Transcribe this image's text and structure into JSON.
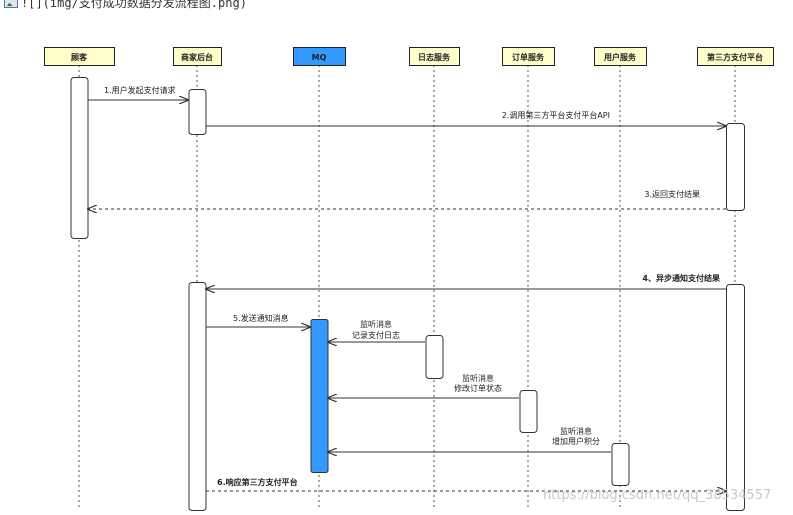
{
  "markdown_line": "![](img/支付成功数据分发流程图.png)",
  "actors": [
    {
      "id": "customer",
      "label": "顾客"
    },
    {
      "id": "merchant",
      "label": "商家后台"
    },
    {
      "id": "mq",
      "label": "MQ"
    },
    {
      "id": "log",
      "label": "日志服务"
    },
    {
      "id": "order",
      "label": "订单服务"
    },
    {
      "id": "user",
      "label": "用户服务"
    },
    {
      "id": "thirdparty",
      "label": "第三方支付平台"
    }
  ],
  "messages": [
    {
      "from": "customer",
      "to": "merchant",
      "label": "1.用户发起支付请求",
      "style": "solid"
    },
    {
      "from": "merchant",
      "to": "thirdparty",
      "label": "2.调用第三方平台支付平台API",
      "style": "solid"
    },
    {
      "from": "thirdparty",
      "to": "customer",
      "label": "3.返回支付结果",
      "style": "dashed"
    },
    {
      "from": "thirdparty",
      "to": "merchant",
      "label": "4、异步通知支付结果",
      "style": "solid"
    },
    {
      "from": "merchant",
      "to": "mq",
      "label": "5.发送通知消息",
      "style": "solid"
    },
    {
      "from": "log",
      "to": "mq",
      "label": [
        "监听消息",
        "记录支付日志"
      ],
      "style": "solid"
    },
    {
      "from": "order",
      "to": "mq",
      "label": [
        "监听消息",
        "修改订单状态"
      ],
      "style": "solid"
    },
    {
      "from": "user",
      "to": "mq",
      "label": [
        "监听消息",
        "增加用户积分"
      ],
      "style": "solid"
    },
    {
      "from": "merchant",
      "to": "thirdparty",
      "label": "6.响应第三方支付平台",
      "style": "dashed"
    }
  ],
  "colors": {
    "actor_fill": "#ffffcc",
    "mq_fill": "#3399ff",
    "activation_fill": "#ffffff",
    "line": "#333333"
  },
  "watermark": "https://blog.csdn.net/qq_38534557"
}
